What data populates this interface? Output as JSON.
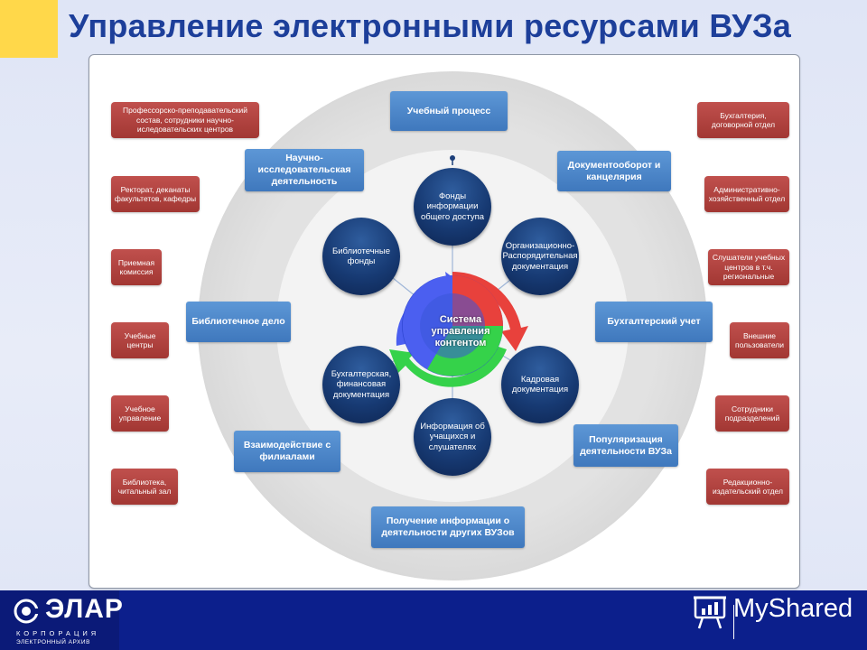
{
  "slide": {
    "title": "Управление электронными ресурсами ВУЗа"
  },
  "diagram": {
    "center": "Система управления контентом",
    "content_circles": [
      "Фонды информации общего доступа",
      "Организационно-Распорядительная документация",
      "Кадровая документация",
      "Информация об учащихся и слушателях",
      "Бухгалтерская, финансовая документация",
      "Библиотечные фонды"
    ],
    "service_boxes": [
      "Учебный процесс",
      "Документооборот и канцелярия",
      "Бухгалтерский учет",
      "Популяризация деятельности ВУЗа",
      "Получение информации о деятельности других ВУЗов",
      "Взаимодействие с филиалами",
      "Библиотечное дело",
      "Научно-исследовательская деятельность"
    ],
    "users_left": [
      "Профессорско-преподавательский состав, сотрудники научно-иследовательских центров",
      "Ректорат, деканаты факультетов, кафедры",
      "Приемная комиссия",
      "Учебные центры",
      "Учебное управление",
      "Библиотека, читальный зал"
    ],
    "users_right": [
      "Бухгалтерия, договорной отдел",
      "Административно-хозяйственный отдел",
      "Слушатели учебных центров в т.ч. региональные",
      "Внешние пользователи",
      "Сотрудники подразделений",
      "Редакционно-издательский отдел"
    ],
    "colors": {
      "service_box": "#4a86c8",
      "user_box": "#b5443f",
      "content_circle": "#173a73",
      "ring_outer": "#e4e4e4",
      "ring_inner": "#f1f1f1",
      "arrow_red": "#e8413c",
      "arrow_green": "#35d24a",
      "arrow_blue": "#4b5ff0"
    }
  },
  "footer": {
    "logo_word": "ЭЛАР",
    "logo_line1": "КОРПОРАЦИЯ",
    "logo_line2": "ЭЛЕКТРОННЫЙ АРХИВ",
    "watermark": "MyShared",
    "colors": {
      "bar": "#0c1f8c",
      "accent": "#ffd84a",
      "title": "#1d3f9a"
    }
  }
}
